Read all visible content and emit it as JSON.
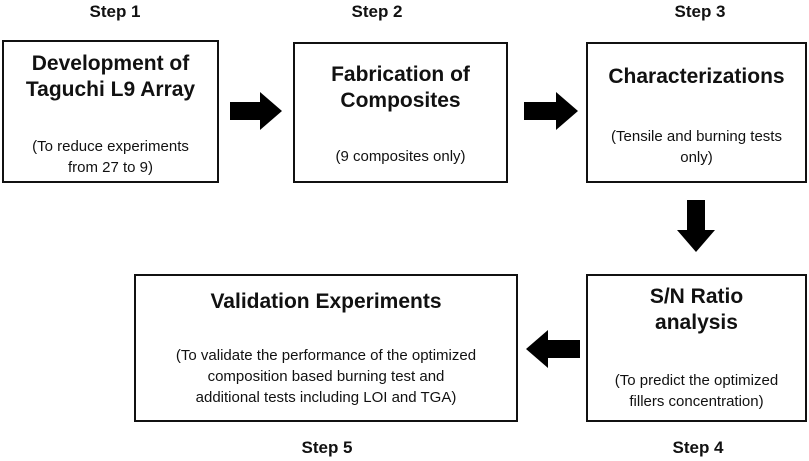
{
  "steps": [
    {
      "label": "Step 1",
      "title": "Development of\nTaguchi L9 Array",
      "note": "(To reduce experiments\nfrom 27 to 9)"
    },
    {
      "label": "Step 2",
      "title": "Fabrication of\nComposites",
      "note": "(9 composites only)"
    },
    {
      "label": "Step 3",
      "title": "Characterizations",
      "note": "(Tensile and burning tests\nonly)"
    },
    {
      "label": "Step 4",
      "title": "S/N Ratio\nanalysis",
      "note": "(To predict the optimized\nfillers concentration)"
    },
    {
      "label": "Step 5",
      "title": "Validation Experiments",
      "note": "(To validate the performance of the optimized\ncomposition based burning test and\nadditional tests including LOI and TGA)"
    }
  ],
  "colors": {
    "border": "#111111",
    "arrow": "#000000",
    "text": "#111111"
  }
}
